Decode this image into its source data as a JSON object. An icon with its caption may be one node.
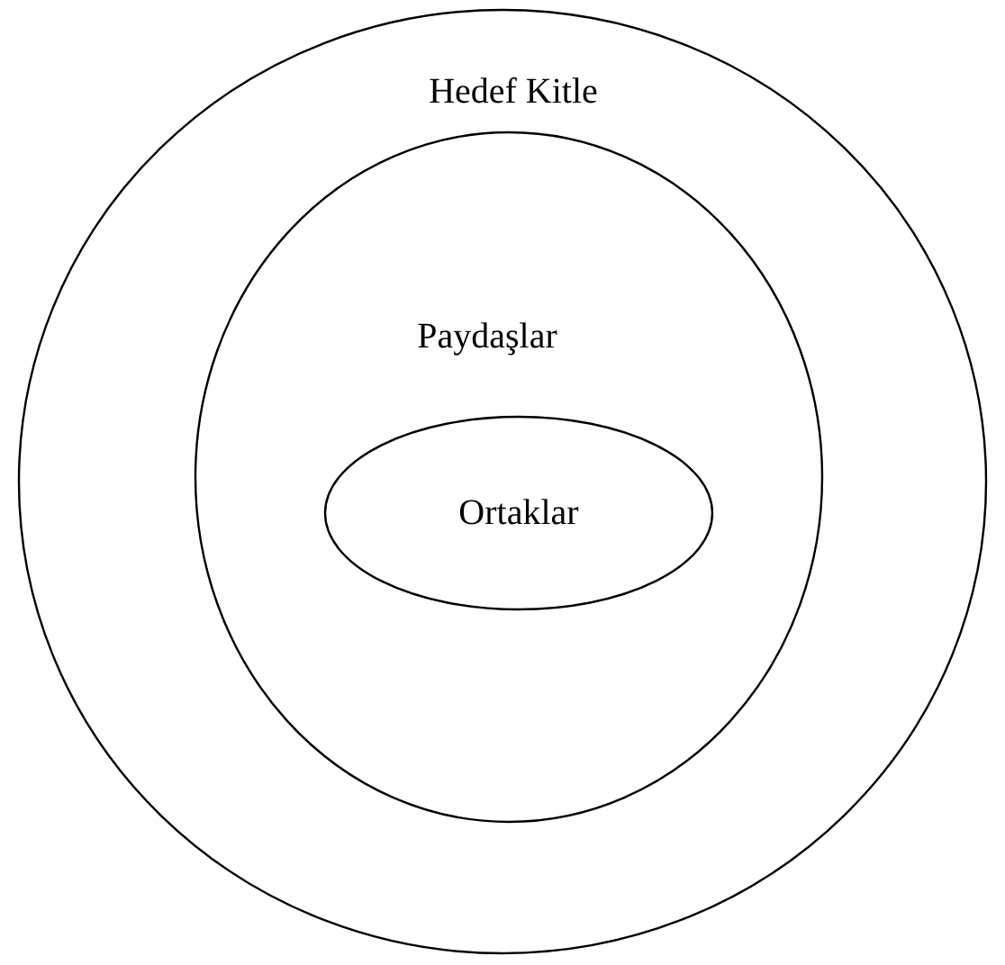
{
  "diagram": {
    "nodes": [
      {
        "text": [
          "Hedef Kitle"
        ]
      },
      {
        "text": [
          "Paydaşlar"
        ],
        "in": 0
      },
      {
        "text": [
          "Ortaklar"
        ],
        "in": 1
      }
    ]
  }
}
